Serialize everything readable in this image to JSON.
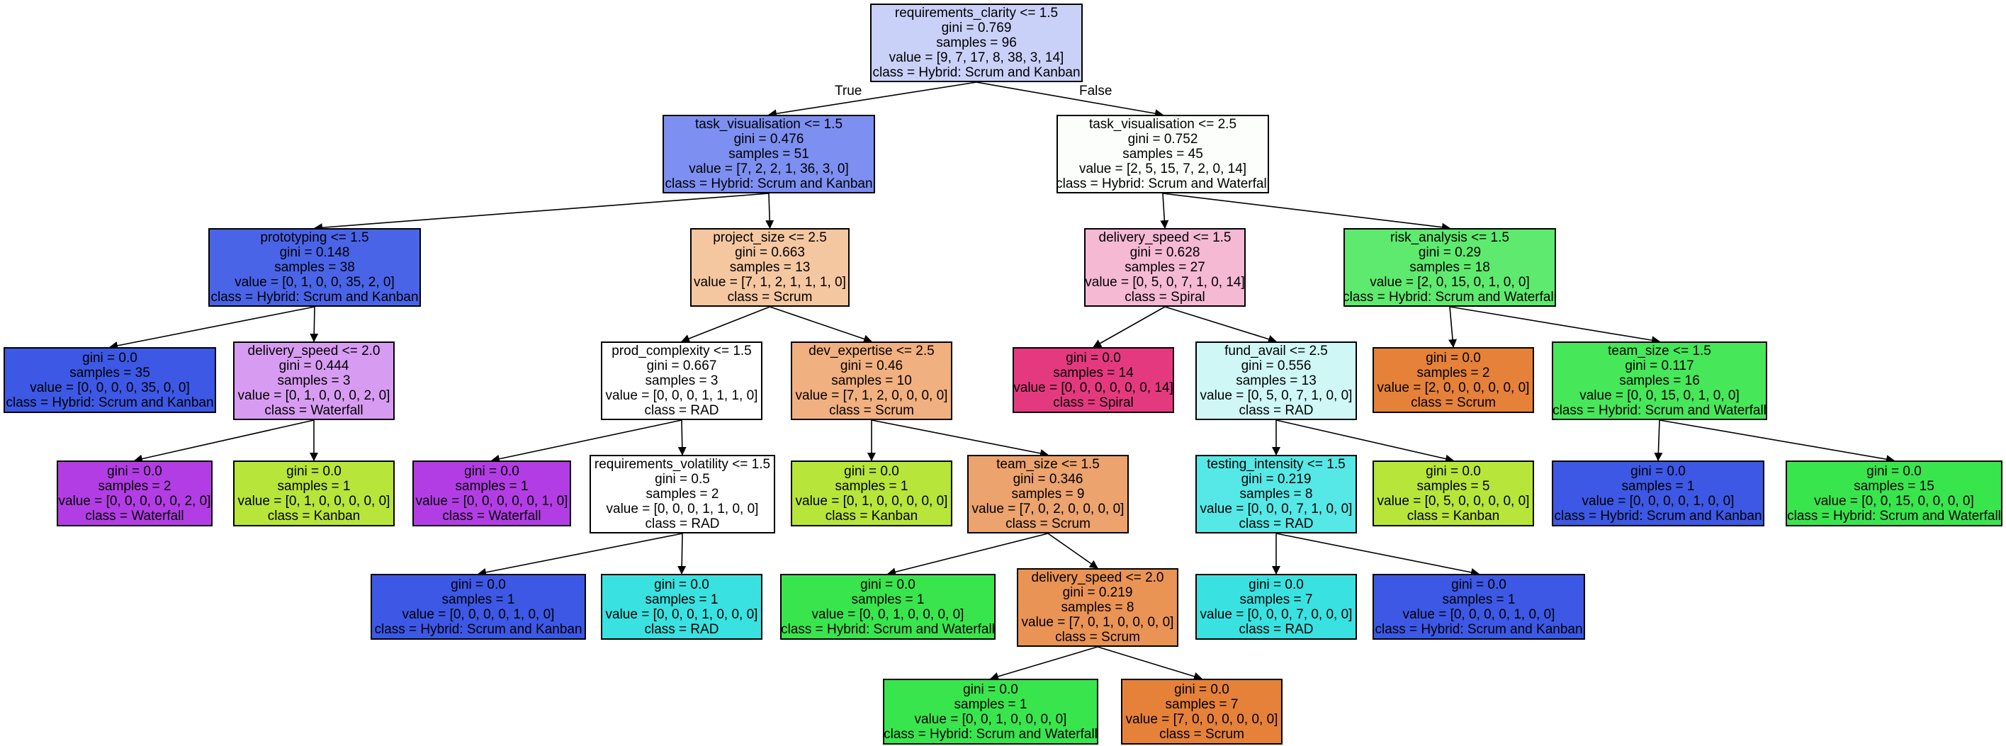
{
  "edge_labels": {
    "true_label": "True",
    "false_label": "False"
  },
  "nodes": [
    {
      "id": "n0",
      "lines": [
        "requirements_clarity <= 1.5",
        "gini = 0.769",
        "samples = 96",
        "value = [9, 7, 17, 8, 38, 3, 14]",
        "class = Hybrid: Scrum and Kanban"
      ],
      "fill": "#c9d1f8"
    },
    {
      "id": "n1",
      "lines": [
        "task_visualisation <= 1.5",
        "gini = 0.476",
        "samples = 51",
        "value = [7, 2, 2, 1, 36, 3, 0]",
        "class = Hybrid: Scrum and Kanban"
      ],
      "fill": "#7d8ff0"
    },
    {
      "id": "n2",
      "lines": [
        "prototyping <= 1.5",
        "gini = 0.148",
        "samples = 38",
        "value = [0, 1, 0, 0, 35, 2, 0]",
        "class = Hybrid: Scrum and Kanban"
      ],
      "fill": "#4a64e8"
    },
    {
      "id": "n3",
      "lines": [
        "gini = 0.0",
        "samples = 35",
        "value = [0, 0, 0, 0, 35, 0, 0]",
        "class = Hybrid: Scrum and Kanban"
      ],
      "fill": "#3c58e5"
    },
    {
      "id": "n4",
      "lines": [
        "delivery_speed <= 2.0",
        "gini = 0.444",
        "samples = 3",
        "value = [0, 1, 0, 0, 0, 2, 0]",
        "class = Waterfall"
      ],
      "fill": "#d79cf2"
    },
    {
      "id": "n5",
      "lines": [
        "gini = 0.0",
        "samples = 2",
        "value = [0, 0, 0, 0, 0, 2, 0]",
        "class = Waterfall"
      ],
      "fill": "#b33de5"
    },
    {
      "id": "n6",
      "lines": [
        "gini = 0.0",
        "samples = 1",
        "value = [0, 1, 0, 0, 0, 0, 0]",
        "class = Kanban"
      ],
      "fill": "#b7e539"
    },
    {
      "id": "n7",
      "lines": [
        "project_size <= 2.5",
        "gini = 0.663",
        "samples = 13",
        "value = [7, 1, 2, 1, 1, 1, 0]",
        "class = Scrum"
      ],
      "fill": "#f5c7a1"
    },
    {
      "id": "n8",
      "lines": [
        "prod_complexity <= 1.5",
        "gini = 0.667",
        "samples = 3",
        "value = [0, 0, 0, 1, 1, 1, 0]",
        "class = RAD"
      ],
      "fill": "#ffffff"
    },
    {
      "id": "n9",
      "lines": [
        "gini = 0.0",
        "samples = 1",
        "value = [0, 0, 0, 0, 0, 1, 0]",
        "class = Waterfall"
      ],
      "fill": "#b33de5"
    },
    {
      "id": "n10",
      "lines": [
        "requirements_volatility <= 1.5",
        "gini = 0.5",
        "samples = 2",
        "value = [0, 0, 0, 1, 1, 0, 0]",
        "class = RAD"
      ],
      "fill": "#ffffff"
    },
    {
      "id": "n11",
      "lines": [
        "gini = 0.0",
        "samples = 1",
        "value = [0, 0, 0, 0, 1, 0, 0]",
        "class = Hybrid: Scrum and Kanban"
      ],
      "fill": "#3c58e5"
    },
    {
      "id": "n12",
      "lines": [
        "gini = 0.0",
        "samples = 1",
        "value = [0, 0, 0, 1, 0, 0, 0]",
        "class = RAD"
      ],
      "fill": "#39e2e0"
    },
    {
      "id": "n13",
      "lines": [
        "dev_expertise <= 2.5",
        "gini = 0.46",
        "samples = 10",
        "value = [7, 1, 2, 0, 0, 0, 0]",
        "class = Scrum"
      ],
      "fill": "#f1b07f"
    },
    {
      "id": "n14",
      "lines": [
        "gini = 0.0",
        "samples = 1",
        "value = [0, 1, 0, 0, 0, 0, 0]",
        "class = Kanban"
      ],
      "fill": "#b7e539"
    },
    {
      "id": "n15",
      "lines": [
        "team_size <= 1.5",
        "gini = 0.346",
        "samples = 9",
        "value = [7, 0, 2, 0, 0, 0, 0]",
        "class = Scrum"
      ],
      "fill": "#eca36e"
    },
    {
      "id": "n16",
      "lines": [
        "gini = 0.0",
        "samples = 1",
        "value = [0, 0, 1, 0, 0, 0, 0]",
        "class = Hybrid: Scrum and Waterfall"
      ],
      "fill": "#39e54d"
    },
    {
      "id": "n17",
      "lines": [
        "delivery_speed <= 2.0",
        "gini = 0.219",
        "samples = 8",
        "value = [7, 0, 1, 0, 0, 0, 0]",
        "class = Scrum"
      ],
      "fill": "#e99355"
    },
    {
      "id": "n18",
      "lines": [
        "gini = 0.0",
        "samples = 1",
        "value = [0, 0, 1, 0, 0, 0, 0]",
        "class = Hybrid: Scrum and Waterfall"
      ],
      "fill": "#39e54d"
    },
    {
      "id": "n19",
      "lines": [
        "gini = 0.0",
        "samples = 7",
        "value = [7, 0, 0, 0, 0, 0, 0]",
        "class = Scrum"
      ],
      "fill": "#e58139"
    },
    {
      "id": "n20",
      "lines": [
        "task_visualisation <= 2.5",
        "gini = 0.752",
        "samples = 45",
        "value = [2, 5, 15, 7, 2, 0, 14]",
        "class = Hybrid: Scrum and Waterfall"
      ],
      "fill": "#fbfefb"
    },
    {
      "id": "n21",
      "lines": [
        "delivery_speed <= 1.5",
        "gini = 0.628",
        "samples = 27",
        "value = [0, 5, 0, 7, 1, 0, 14]",
        "class = Spiral"
      ],
      "fill": "#f5b9d4"
    },
    {
      "id": "n22",
      "lines": [
        "gini = 0.0",
        "samples = 14",
        "value = [0, 0, 0, 0, 0, 0, 14]",
        "class = Spiral"
      ],
      "fill": "#e5397f"
    },
    {
      "id": "n23",
      "lines": [
        "fund_avail <= 2.5",
        "gini = 0.556",
        "samples = 13",
        "value = [0, 5, 0, 7, 1, 0, 0]",
        "class = RAD"
      ],
      "fill": "#cff7f6"
    },
    {
      "id": "n24",
      "lines": [
        "testing_intensity <= 1.5",
        "gini = 0.219",
        "samples = 8",
        "value = [0, 0, 0, 7, 1, 0, 0]",
        "class = RAD"
      ],
      "fill": "#55e8e6"
    },
    {
      "id": "n25",
      "lines": [
        "gini = 0.0",
        "samples = 7",
        "value = [0, 0, 0, 7, 0, 0, 0]",
        "class = RAD"
      ],
      "fill": "#39e2e0"
    },
    {
      "id": "n26",
      "lines": [
        "gini = 0.0",
        "samples = 1",
        "value = [0, 0, 0, 0, 1, 0, 0]",
        "class = Hybrid: Scrum and Kanban"
      ],
      "fill": "#3c58e5"
    },
    {
      "id": "n27",
      "lines": [
        "gini = 0.0",
        "samples = 5",
        "value = [0, 5, 0, 0, 0, 0, 0]",
        "class = Kanban"
      ],
      "fill": "#b7e539"
    },
    {
      "id": "n28",
      "lines": [
        "risk_analysis <= 1.5",
        "gini = 0.29",
        "samples = 18",
        "value = [2, 0, 15, 0, 1, 0, 0]",
        "class = Hybrid: Scrum and Waterfall"
      ],
      "fill": "#5eea6e"
    },
    {
      "id": "n29",
      "lines": [
        "gini = 0.0",
        "samples = 2",
        "value = [2, 0, 0, 0, 0, 0, 0]",
        "class = Scrum"
      ],
      "fill": "#e58139"
    },
    {
      "id": "n30",
      "lines": [
        "team_size <= 1.5",
        "gini = 0.117",
        "samples = 16",
        "value = [0, 0, 15, 0, 1, 0, 0]",
        "class = Hybrid: Scrum and Waterfall"
      ],
      "fill": "#46e759"
    },
    {
      "id": "n31",
      "lines": [
        "gini = 0.0",
        "samples = 1",
        "value = [0, 0, 0, 0, 1, 0, 0]",
        "class = Hybrid: Scrum and Kanban"
      ],
      "fill": "#3c58e5"
    },
    {
      "id": "n32",
      "lines": [
        "gini = 0.0",
        "samples = 15",
        "value = [0, 0, 15, 0, 0, 0, 0]",
        "class = Hybrid: Scrum and Waterfall"
      ],
      "fill": "#39e54d"
    }
  ],
  "edges": [
    [
      "n0",
      "n1"
    ],
    [
      "n0",
      "n20"
    ],
    [
      "n1",
      "n2"
    ],
    [
      "n1",
      "n7"
    ],
    [
      "n2",
      "n3"
    ],
    [
      "n2",
      "n4"
    ],
    [
      "n4",
      "n5"
    ],
    [
      "n4",
      "n6"
    ],
    [
      "n7",
      "n8"
    ],
    [
      "n7",
      "n13"
    ],
    [
      "n8",
      "n9"
    ],
    [
      "n8",
      "n10"
    ],
    [
      "n10",
      "n11"
    ],
    [
      "n10",
      "n12"
    ],
    [
      "n13",
      "n14"
    ],
    [
      "n13",
      "n15"
    ],
    [
      "n15",
      "n16"
    ],
    [
      "n15",
      "n17"
    ],
    [
      "n17",
      "n18"
    ],
    [
      "n17",
      "n19"
    ],
    [
      "n20",
      "n21"
    ],
    [
      "n20",
      "n28"
    ],
    [
      "n21",
      "n22"
    ],
    [
      "n21",
      "n23"
    ],
    [
      "n23",
      "n24"
    ],
    [
      "n23",
      "n27"
    ],
    [
      "n24",
      "n25"
    ],
    [
      "n24",
      "n26"
    ],
    [
      "n28",
      "n29"
    ],
    [
      "n28",
      "n30"
    ],
    [
      "n30",
      "n31"
    ],
    [
      "n30",
      "n32"
    ]
  ]
}
